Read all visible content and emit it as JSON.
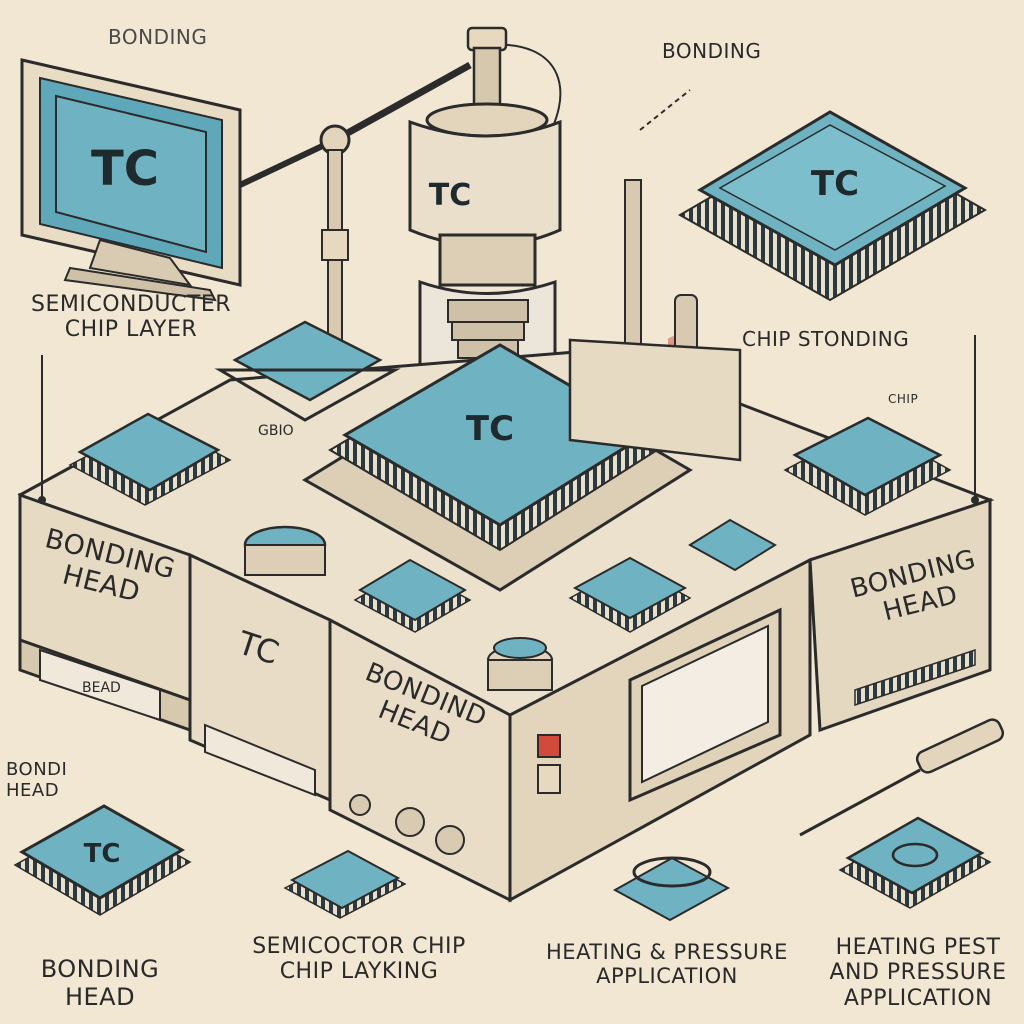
{
  "labels": {
    "top_left": "BONDING",
    "top_right": "BONDING",
    "semi_layer_line1": "SEMICONDUCTER",
    "semi_layer_line2": "CHIP LAYER",
    "chip_stonding": "CHIP STONDING",
    "small_right": "CHIP",
    "bonding_head_left_line1": "BONDING",
    "bonding_head_left_line2": "HEAD",
    "bonding_head_right_line1": "BONDING",
    "bonding_head_right_line2": "HEAD",
    "bonding_head_center_line1": "BONDIND",
    "bonding_head_center_line2": "HEAD",
    "bondi_head_line1": "BONDI",
    "bondi_head_line2": "HEAD",
    "bottom_bonding_line1": "BONDING",
    "bottom_bonding_line2": "HEAD",
    "semi_chip_line1": "SEMICOCTOR CHIP",
    "semi_chip_line2": "CHIP LAYKING",
    "heating_line1": "HEATING & PRESSURE",
    "heating_line2": "APPLICATION",
    "heating_right_line1": "HEATING PEST",
    "heating_right_line2": "AND PRESSURE",
    "heating_right_line3": "APPLICATION",
    "monitor_text": "TC",
    "head_cylinder_text": "TC",
    "center_chip_text": "TC",
    "top_right_chip_text": "TC",
    "front_panel_tc": "TC",
    "bottom_left_chip_text": "TC",
    "front_panel_small": "BEAD",
    "small_chip_label": "GBIO"
  },
  "colors": {
    "background": "#f2e7d3",
    "chip_teal": "#6fb3c2",
    "chip_dark": "#2b3a40",
    "machine_body": "#e8dcc6",
    "outline": "#2b2b2b",
    "accent_red": "#d24a3a"
  }
}
